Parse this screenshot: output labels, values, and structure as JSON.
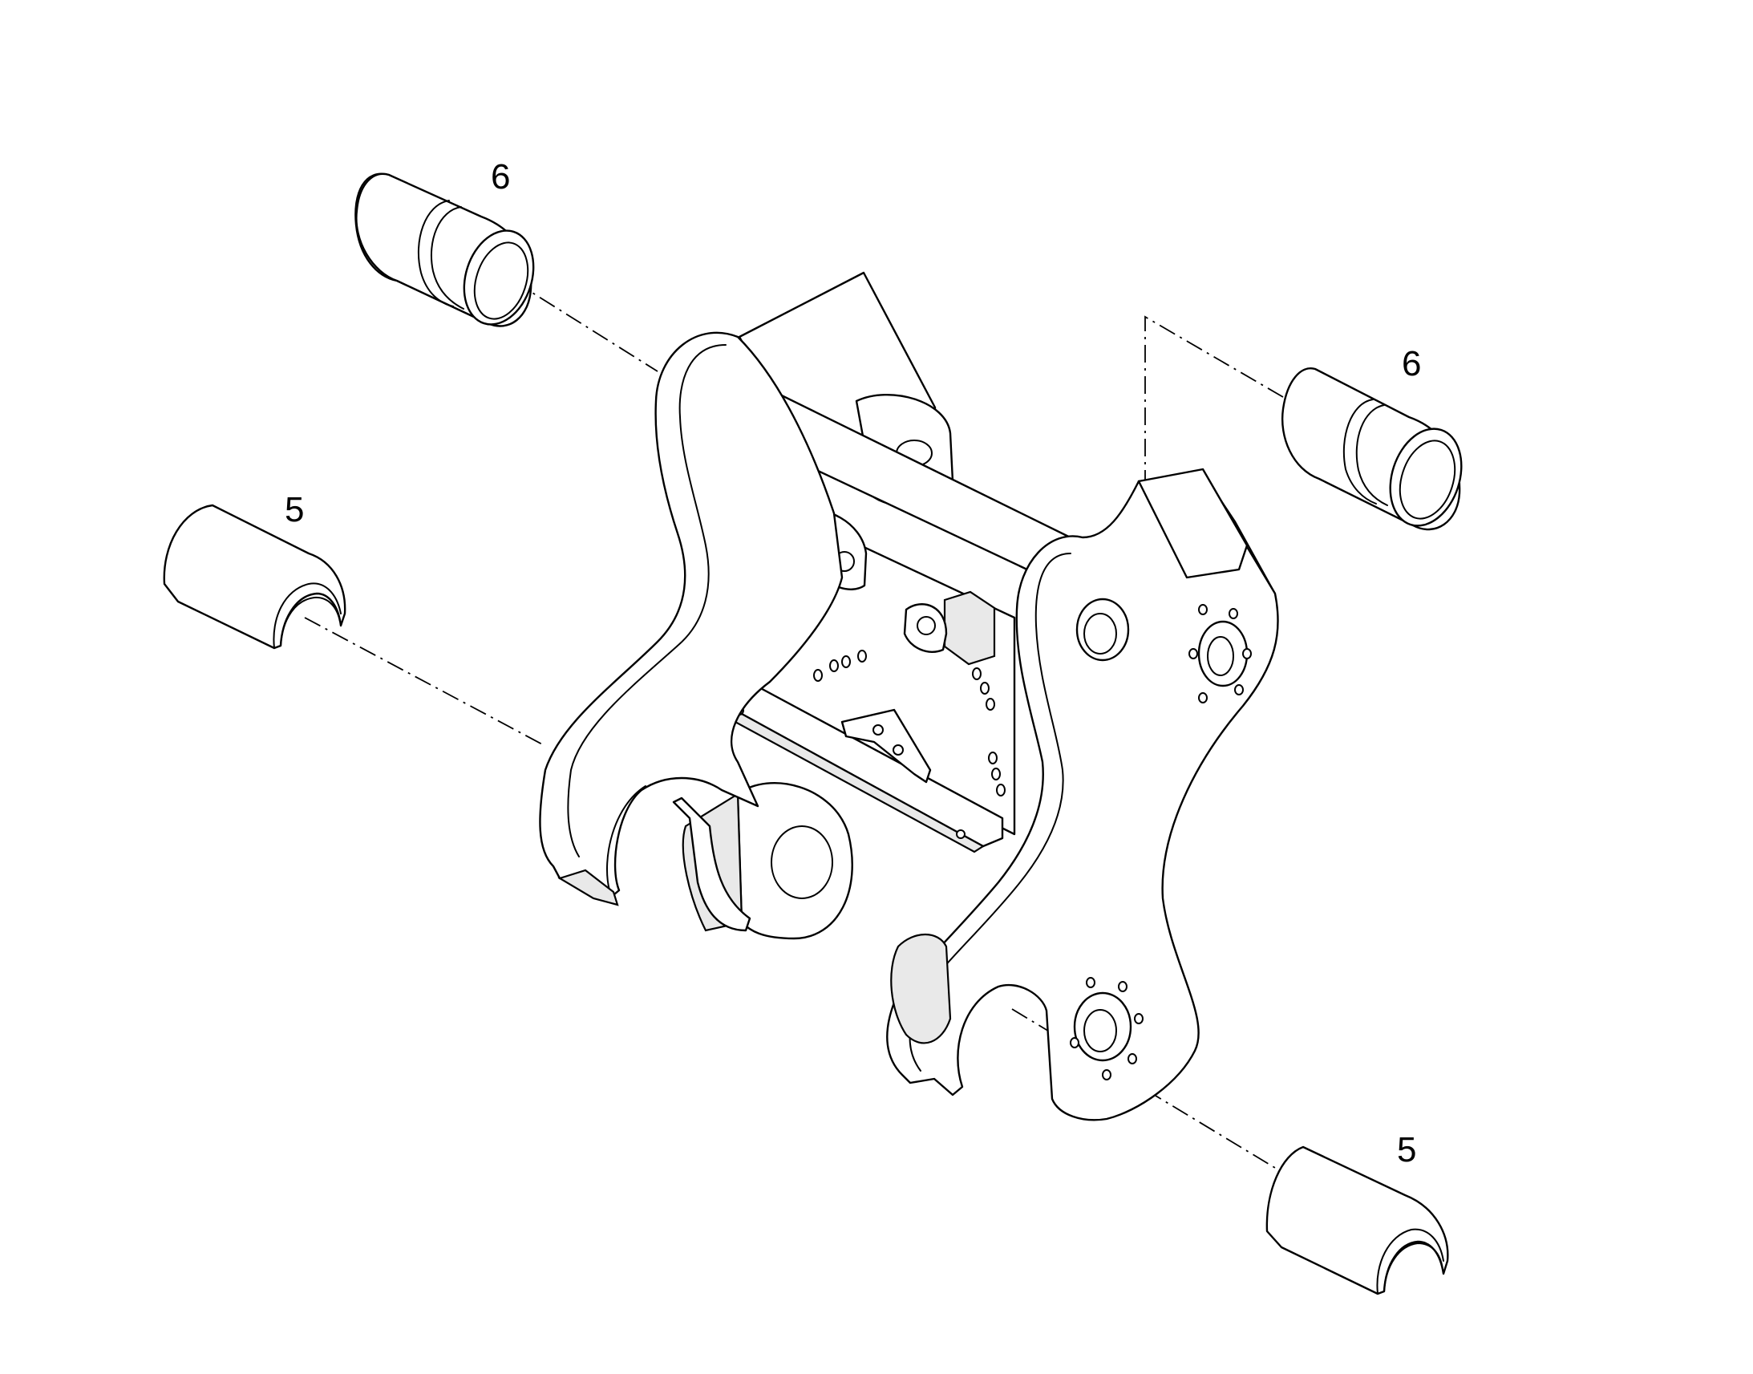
{
  "diagram": {
    "callouts": [
      {
        "id": "bushing-top-left",
        "label": "6"
      },
      {
        "id": "bushing-right",
        "label": "6"
      },
      {
        "id": "half-bushing-left",
        "label": "5"
      },
      {
        "id": "half-bushing-bottom-right",
        "label": "5"
      }
    ]
  }
}
